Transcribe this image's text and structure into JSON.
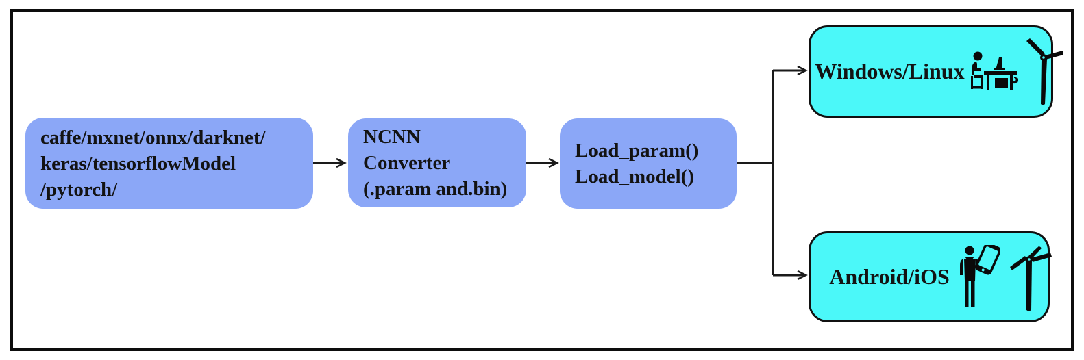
{
  "colors": {
    "node_blue": "#8ba7f7",
    "node_cyan": "#4bf8f9",
    "connector": "#1a1a1a",
    "frame_border": "#0d0d0d",
    "text": "#131313"
  },
  "nodes": {
    "sources": {
      "lines": [
        "caffe/mxnet/onnx/darknet/",
        "keras/tensorflowModel",
        "/pytorch/"
      ]
    },
    "converter": {
      "lines": [
        "NCNN",
        "Converter",
        "(.param and.bin)"
      ]
    },
    "loader": {
      "lines": [
        "Load_param()",
        "Load_model()"
      ]
    },
    "windows_linux": {
      "label": "Windows/Linux",
      "icons": [
        "desk-worker-icon",
        "wind-turbine-icon"
      ]
    },
    "android_ios": {
      "label": "Android/iOS",
      "icons": [
        "phone-user-icon",
        "wind-turbine-icon"
      ]
    }
  }
}
